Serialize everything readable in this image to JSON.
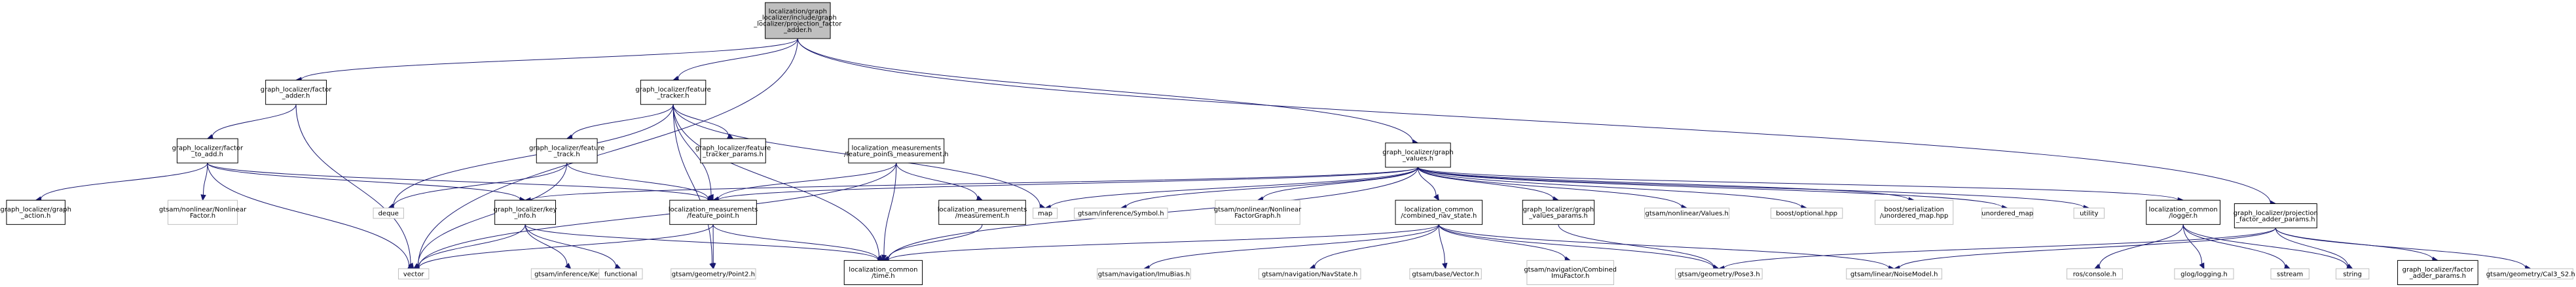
{
  "title": "",
  "colors": {
    "edge": "#191970",
    "root_fill": "#bfbfbf",
    "node_border": "#000000",
    "external_border": "#bfbfbf",
    "background": "#ffffff"
  },
  "nodes": [
    {
      "id": "root",
      "kind": "root",
      "lines": [
        "localization/graph",
        "_localizer/include/graph",
        "_localizer/projection_factor",
        "_adder.h"
      ]
    },
    {
      "id": "fa",
      "kind": "file",
      "lines": [
        "graph_localizer/factor",
        "_adder.h"
      ]
    },
    {
      "id": "ft",
      "kind": "file",
      "lines": [
        "graph_localizer/feature",
        "_tracker.h"
      ]
    },
    {
      "id": "gv",
      "kind": "file",
      "lines": [
        "graph_localizer/graph",
        "_values.h"
      ]
    },
    {
      "id": "pfap",
      "kind": "file",
      "lines": [
        "graph_localizer/projection",
        "_factor_adder_params.h"
      ]
    },
    {
      "id": "fta",
      "kind": "file",
      "lines": [
        "graph_localizer/factor",
        "_to_add.h"
      ]
    },
    {
      "id": "ftrk",
      "kind": "file",
      "lines": [
        "graph_localizer/feature",
        "_track.h"
      ]
    },
    {
      "id": "ftp",
      "kind": "file",
      "lines": [
        "graph_localizer/feature",
        "_tracker_params.h"
      ]
    },
    {
      "id": "fpm",
      "kind": "file",
      "lines": [
        "localization_measurements",
        "/feature_points_measurement.h"
      ]
    },
    {
      "id": "ga",
      "kind": "file",
      "lines": [
        "graph_localizer/graph",
        "_action.h"
      ]
    },
    {
      "id": "nlf",
      "kind": "external",
      "lines": [
        "gtsam/nonlinear/Nonlinear",
        "Factor.h"
      ]
    },
    {
      "id": "ki",
      "kind": "file",
      "lines": [
        "graph_localizer/key",
        "_info.h"
      ]
    },
    {
      "id": "deque",
      "kind": "external",
      "lines": [
        "deque"
      ]
    },
    {
      "id": "fp",
      "kind": "file",
      "lines": [
        "localization_measurements",
        "/feature_point.h"
      ]
    },
    {
      "id": "meas",
      "kind": "file",
      "lines": [
        "localization_measurements",
        "/measurement.h"
      ]
    },
    {
      "id": "map",
      "kind": "external",
      "lines": [
        "map"
      ]
    },
    {
      "id": "sym",
      "kind": "external",
      "lines": [
        "gtsam/inference/Symbol.h"
      ]
    },
    {
      "id": "nlfg",
      "kind": "external",
      "lines": [
        "gtsam/nonlinear/Nonlinear",
        "FactorGraph.h"
      ]
    },
    {
      "id": "cns",
      "kind": "file",
      "lines": [
        "localization_common",
        "/combined_nav_state.h"
      ]
    },
    {
      "id": "gvp",
      "kind": "file",
      "lines": [
        "graph_localizer/graph",
        "_values_params.h"
      ]
    },
    {
      "id": "vals",
      "kind": "external",
      "lines": [
        "gtsam/nonlinear/Values.h"
      ]
    },
    {
      "id": "bopt",
      "kind": "external",
      "lines": [
        "boost/optional.hpp"
      ]
    },
    {
      "id": "bser",
      "kind": "external",
      "lines": [
        "boost/serialization",
        "/unordered_map.hpp"
      ]
    },
    {
      "id": "umap",
      "kind": "external",
      "lines": [
        "unordered_map"
      ]
    },
    {
      "id": "util",
      "kind": "external",
      "lines": [
        "utility"
      ]
    },
    {
      "id": "lg",
      "kind": "file",
      "lines": [
        "localization_common",
        "/logger.h"
      ]
    },
    {
      "id": "vector",
      "kind": "external",
      "lines": [
        "vector"
      ]
    },
    {
      "id": "key",
      "kind": "external",
      "lines": [
        "gtsam/inference/Key.h"
      ]
    },
    {
      "id": "func",
      "kind": "external",
      "lines": [
        "functional"
      ]
    },
    {
      "id": "p2",
      "kind": "external",
      "lines": [
        "gtsam/geometry/Point2.h"
      ]
    },
    {
      "id": "time",
      "kind": "file",
      "lines": [
        "localization_common",
        "/time.h"
      ]
    },
    {
      "id": "imub",
      "kind": "external",
      "lines": [
        "gtsam/navigation/ImuBias.h"
      ]
    },
    {
      "id": "navs",
      "kind": "external",
      "lines": [
        "gtsam/navigation/NavState.h"
      ]
    },
    {
      "id": "vec",
      "kind": "external",
      "lines": [
        "gtsam/base/Vector.h"
      ]
    },
    {
      "id": "cimu",
      "kind": "external",
      "lines": [
        "gtsam/navigation/Combined",
        "ImuFactor.h"
      ]
    },
    {
      "id": "pose3",
      "kind": "external",
      "lines": [
        "gtsam/geometry/Pose3.h"
      ]
    },
    {
      "id": "noise",
      "kind": "external",
      "lines": [
        "gtsam/linear/NoiseModel.h"
      ]
    },
    {
      "id": "ros",
      "kind": "external",
      "lines": [
        "ros/console.h"
      ]
    },
    {
      "id": "glog",
      "kind": "external",
      "lines": [
        "glog/logging.h"
      ]
    },
    {
      "id": "sstream",
      "kind": "external",
      "lines": [
        "sstream"
      ]
    },
    {
      "id": "string",
      "kind": "external",
      "lines": [
        "string"
      ]
    },
    {
      "id": "gfap",
      "kind": "file",
      "lines": [
        "graph_localizer/factor",
        "_adder_params.h"
      ]
    },
    {
      "id": "cal3",
      "kind": "external",
      "lines": [
        "gtsam/geometry/Cal3_S2.h"
      ]
    }
  ],
  "edges": [
    [
      "root",
      "fa"
    ],
    [
      "root",
      "ft"
    ],
    [
      "root",
      "gv"
    ],
    [
      "root",
      "pfap"
    ],
    [
      "root",
      "vector"
    ],
    [
      "fa",
      "fta"
    ],
    [
      "fa",
      "vector"
    ],
    [
      "fta",
      "ga"
    ],
    [
      "fta",
      "nlf"
    ],
    [
      "fta",
      "ki"
    ],
    [
      "fta",
      "fp"
    ],
    [
      "fta",
      "vector"
    ],
    [
      "ft",
      "ftrk"
    ],
    [
      "ft",
      "ftp"
    ],
    [
      "ft",
      "deque"
    ],
    [
      "ft",
      "fp"
    ],
    [
      "ft",
      "map"
    ],
    [
      "ft",
      "time"
    ],
    [
      "ft",
      "p2"
    ],
    [
      "ftrk",
      "deque"
    ],
    [
      "ftrk",
      "fp"
    ],
    [
      "ftrk",
      "vector"
    ],
    [
      "fpm",
      "fp"
    ],
    [
      "fpm",
      "meas"
    ],
    [
      "fpm",
      "time"
    ],
    [
      "fpm",
      "vector"
    ],
    [
      "ki",
      "key"
    ],
    [
      "ki",
      "func"
    ],
    [
      "ki",
      "vector"
    ],
    [
      "ki",
      "time"
    ],
    [
      "fp",
      "p2"
    ],
    [
      "fp",
      "time"
    ],
    [
      "fp",
      "vector"
    ],
    [
      "meas",
      "time"
    ],
    [
      "gv",
      "ki"
    ],
    [
      "gv",
      "fp"
    ],
    [
      "gv",
      "map"
    ],
    [
      "gv",
      "sym"
    ],
    [
      "gv",
      "nlfg"
    ],
    [
      "gv",
      "cns"
    ],
    [
      "gv",
      "gvp"
    ],
    [
      "gv",
      "vals"
    ],
    [
      "gv",
      "bopt"
    ],
    [
      "gv",
      "bser"
    ],
    [
      "gv",
      "umap"
    ],
    [
      "gv",
      "util"
    ],
    [
      "gv",
      "lg"
    ],
    [
      "gv",
      "time"
    ],
    [
      "cns",
      "imub"
    ],
    [
      "cns",
      "navs"
    ],
    [
      "cns",
      "vec"
    ],
    [
      "cns",
      "cimu"
    ],
    [
      "cns",
      "pose3"
    ],
    [
      "cns",
      "noise"
    ],
    [
      "cns",
      "time"
    ],
    [
      "gvp",
      "pose3"
    ],
    [
      "lg",
      "ros"
    ],
    [
      "lg",
      "glog"
    ],
    [
      "lg",
      "sstream"
    ],
    [
      "lg",
      "string"
    ],
    [
      "pfap",
      "gfap"
    ],
    [
      "pfap",
      "pose3"
    ],
    [
      "pfap",
      "noise"
    ],
    [
      "pfap",
      "string"
    ],
    [
      "pfap",
      "cal3"
    ]
  ]
}
